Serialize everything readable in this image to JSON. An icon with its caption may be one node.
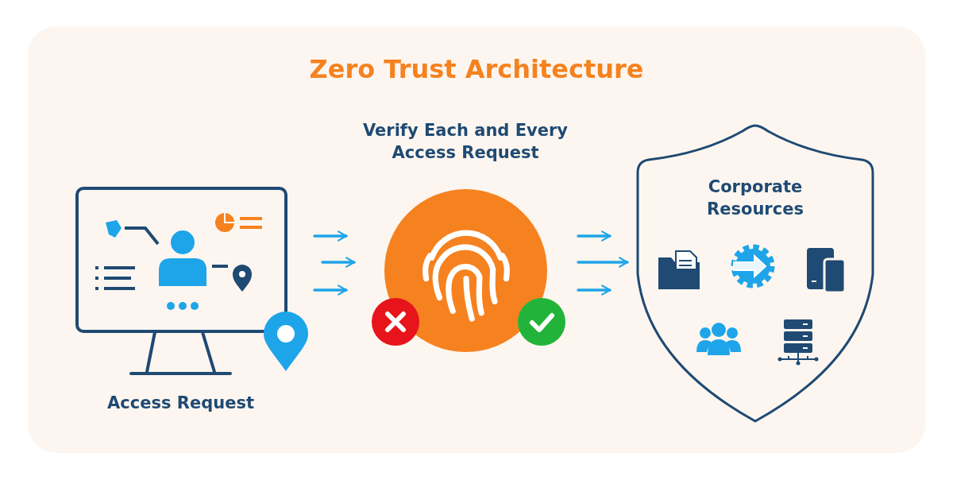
{
  "diagram": {
    "title": "Zero Trust Architecture",
    "nodes": [
      {
        "text": [
          "Access Request"
        ]
      },
      {
        "text": [
          "Verify Each and Every Access Request"
        ]
      },
      {
        "text": [
          "Corporate Resources"
        ]
      }
    ],
    "edges": [
      {
        "from": 0,
        "to": 1,
        "arrow": "to"
      },
      {
        "from": 0,
        "to": 1,
        "arrow": "to"
      },
      {
        "from": 0,
        "to": 1,
        "arrow": "to"
      },
      {
        "from": 1,
        "to": 2,
        "arrow": "to"
      },
      {
        "from": 1,
        "to": 2,
        "arrow": "to"
      },
      {
        "from": 1,
        "to": 2,
        "arrow": "to"
      }
    ]
  }
}
